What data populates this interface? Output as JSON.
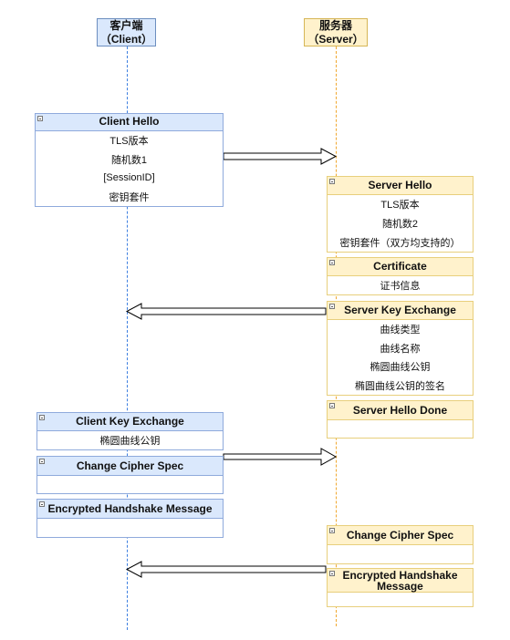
{
  "lifelines": {
    "client": {
      "title": "客户端",
      "subtitle": "（Client）"
    },
    "server": {
      "title": "服务器",
      "subtitle": "（Server）"
    }
  },
  "messages": {
    "client_hello": {
      "title": "Client Hello",
      "items": [
        "TLS版本",
        "随机数1",
        "[SessionID]",
        "密钥套件"
      ]
    },
    "server_hello": {
      "title": "Server Hello",
      "items": [
        "TLS版本",
        "随机数2",
        "密钥套件（双方均支持的）"
      ]
    },
    "certificate": {
      "title": "Certificate",
      "items": [
        "证书信息"
      ]
    },
    "server_key_exchange": {
      "title": "Server Key Exchange",
      "items": [
        "曲线类型",
        "曲线名称",
        "椭圆曲线公钥",
        "椭圆曲线公钥的签名"
      ]
    },
    "server_hello_done": {
      "title": "Server Hello Done"
    },
    "client_key_exchange": {
      "title": "Client Key Exchange",
      "items": [
        "椭圆曲线公钥"
      ]
    },
    "change_cipher_spec_client": {
      "title": "Change Cipher Spec"
    },
    "encrypted_handshake_client": {
      "title": "Encrypted Handshake Message"
    },
    "change_cipher_spec_server": {
      "title": "Change Cipher Spec"
    },
    "encrypted_handshake_server": {
      "title_line1": "Encrypted Handshake",
      "title_line2": "Message"
    }
  },
  "colors": {
    "client_fill": "#dae8fc",
    "client_border": "#6c8ebf",
    "server_fill": "#fff2cc",
    "server_border": "#d6b656"
  }
}
